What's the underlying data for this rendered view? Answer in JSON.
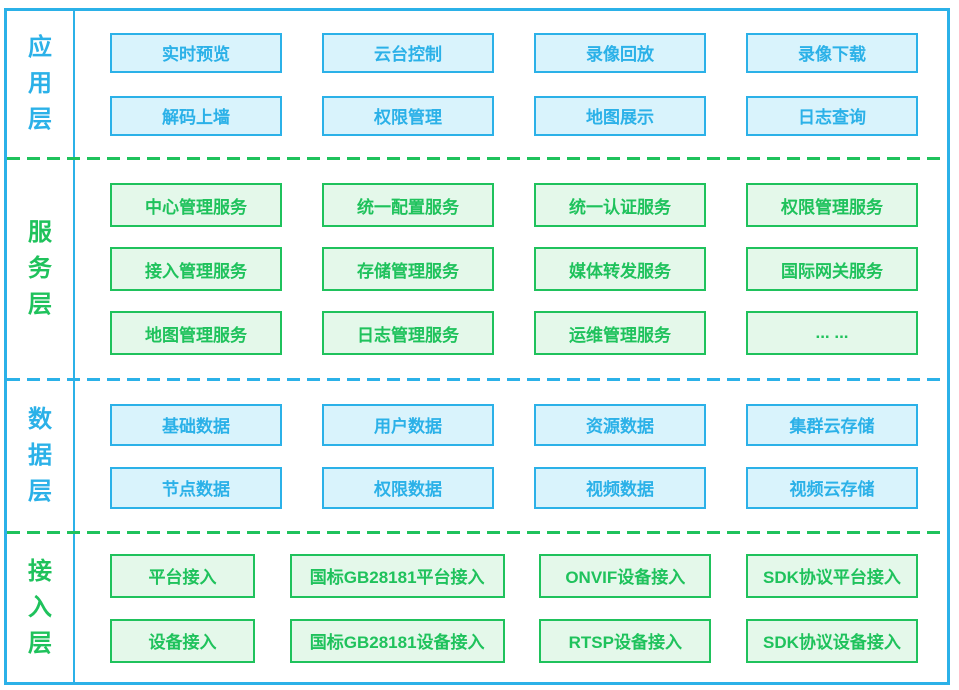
{
  "colors": {
    "blue_accent": "#2bb1e8",
    "blue_fill": "#d9f3fc",
    "green_accent": "#1fc25c",
    "green_fill": "#e4f8ea"
  },
  "layers": [
    {
      "label": "应用层",
      "rows": [
        [
          "实时预览",
          "云台控制",
          "录像回放",
          "录像下载"
        ],
        [
          "解码上墙",
          "权限管理",
          "地图展示",
          "日志查询"
        ]
      ]
    },
    {
      "label": "服务层",
      "rows": [
        [
          "中心管理服务",
          "统一配置服务",
          "统一认证服务",
          "权限管理服务"
        ],
        [
          "接入管理服务",
          "存储管理服务",
          "媒体转发服务",
          "国际网关服务"
        ],
        [
          "地图管理服务",
          "日志管理服务",
          "运维管理服务",
          "... ..."
        ]
      ]
    },
    {
      "label": "数据层",
      "rows": [
        [
          "基础数据",
          "用户数据",
          "资源数据",
          "集群云存储"
        ],
        [
          "节点数据",
          "权限数据",
          "视频数据",
          "视频云存储"
        ]
      ]
    },
    {
      "label": "接入层",
      "rows": [
        [
          "平台接入",
          "国标GB28181平台接入",
          "ONVIF设备接入",
          "SDK协议平台接入"
        ],
        [
          "设备接入",
          "国标GB28181设备接入",
          "RTSP设备接入",
          "SDK协议设备接入"
        ]
      ]
    }
  ]
}
